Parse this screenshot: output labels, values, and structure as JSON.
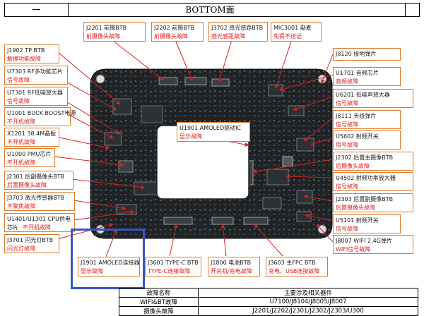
{
  "header": {
    "left": "一",
    "title": "BOTTOM面"
  },
  "labels": {
    "j2201": {
      "name": "J2201 前摄BTB",
      "fault": "前摄像头故障"
    },
    "j2202": {
      "name": "J2202 前摄BTB",
      "fault": "前摄像头故障"
    },
    "j3702": {
      "name": "J3702 感光感距BTB",
      "fault": "感光感距故障"
    },
    "mic3001": {
      "name": "MIC3001 副麦",
      "fault": "免提不送话"
    },
    "j1902": {
      "name": "J1902 TP BTB",
      "fault": "触摸功能故障"
    },
    "u7303": {
      "name": "U7303 RF多功能芯片",
      "fault": "信号故障"
    },
    "u7301": {
      "name": "U7301 RF低噪放大器",
      "fault": "信号故障"
    },
    "u1001": {
      "name": "U1001 BUCK BOOST电源",
      "fault": "不开机故障"
    },
    "x1201": {
      "name": "X1201 38.4M晶振",
      "fault": "不开机故障"
    },
    "u1000": {
      "name": "U1000 PMU芯片",
      "fault": "不开机故障"
    },
    "j2301": {
      "name": "J2301 后副摄像头BTB",
      "fault": "后置摄像头故障"
    },
    "j3703": {
      "name": "J3703 激光传感器BTB",
      "fault": "不聚焦故障"
    },
    "u1401": {
      "name": "U1401/U1301 CPU供电",
      "fault_prefix": "芯片",
      "fault": "不开机故障"
    },
    "j3701": {
      "name": "J3701 闪光灯BTB",
      "fault": "闪光灯故障"
    },
    "j8120": {
      "name": "J8120 接地弹片"
    },
    "u1701": {
      "name": "U1701 音频芯片",
      "fault": "音频故障"
    },
    "u6201": {
      "name": "U6201 低噪声放大器",
      "fault": "信号故障"
    },
    "j8111": {
      "name": "J8111 天线弹片",
      "fault": "信号故障"
    },
    "u5602": {
      "name": "U5602 射频开关",
      "fault": "信号故障"
    },
    "j2302": {
      "name": "J2302 后置主摄像BTB",
      "fault": "后摄像头故障"
    },
    "u4502": {
      "name": "U4502 射频功率放大器",
      "fault": "信号故障"
    },
    "j2303": {
      "name": "J2303 后置副摄像BTB",
      "fault": "后置摄像头故障"
    },
    "u5101": {
      "name": "U5101 射频开关",
      "fault": "信号故障"
    },
    "j8007": {
      "name": "J8007 WIFI 2.4G弹片",
      "fault": "WIFI信号故障"
    },
    "u1901": {
      "name": "U1901 AMOLED驱动IC",
      "fault": "显示故障"
    },
    "j1901": {
      "name": "J1901 AMOLED连接器",
      "fault": "显示故障"
    },
    "j3601": {
      "name": "J3601 TYPE-C BTB",
      "fault": "TYPE-C连接故障"
    },
    "j1800": {
      "name": "J1800 电池BTB",
      "fault": "开关机/充电故障"
    },
    "j3603": {
      "name": "J3603 主FPC BTB",
      "fault": "充电、USB连接故障"
    }
  },
  "table": {
    "headers": [
      "故障名称",
      "主要涉及相关器件"
    ],
    "rows": [
      [
        "WIFI&BT故障",
        "U7100/J8104/J8005/J8007"
      ],
      [
        "摄像头故障",
        "J2201/J2202/J2301/J2302/J2303/U300"
      ]
    ]
  },
  "colors": {
    "label_border": "#e07a2a",
    "fault_text": "#e01a1a",
    "arrow": "#d42020",
    "highlight": "#3b54c4",
    "board": "#1f2326"
  },
  "icons": {
    "board": "circuit-board-photo"
  }
}
